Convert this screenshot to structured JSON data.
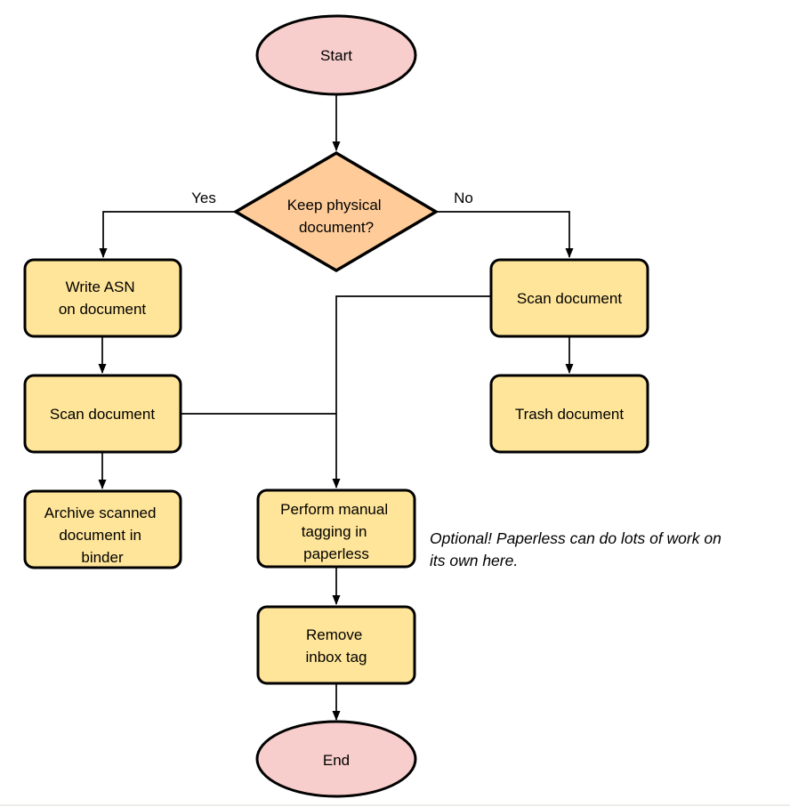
{
  "colors": {
    "background": "#FFFFFF",
    "terminal_fill": "#F8CECC",
    "decision_fill": "#FFCC99",
    "process_fill": "#FFE599",
    "stroke": "#000000",
    "bottom_line": "#EFEDEA"
  },
  "nodes": {
    "start": {
      "label": "Start"
    },
    "decision": {
      "lines": [
        "Keep physical",
        "document?"
      ]
    },
    "write_asn": {
      "lines": [
        "Write ASN",
        "on document"
      ]
    },
    "scan_left": {
      "label": "Scan document"
    },
    "archive": {
      "lines": [
        "Archive scanned",
        "document in",
        "binder"
      ]
    },
    "scan_right": {
      "label": "Scan document"
    },
    "trash": {
      "label": "Trash document"
    },
    "tagging": {
      "lines": [
        "Perform manual",
        "tagging in",
        "paperless"
      ]
    },
    "remove_inbox": {
      "lines": [
        "Remove",
        "inbox tag"
      ]
    },
    "end": {
      "label": "End"
    }
  },
  "edge_labels": {
    "yes": "Yes",
    "no": "No"
  },
  "annotation": {
    "lines": [
      "Optional! Paperless can do lots of work on",
      "its own here."
    ]
  }
}
